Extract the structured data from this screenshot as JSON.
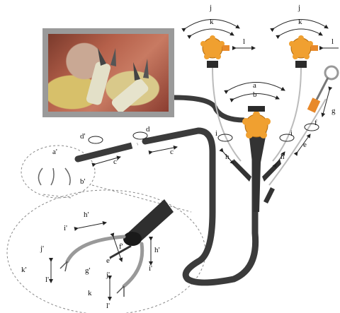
{
  "photo": {
    "description": "endoscopic camera view"
  },
  "labels": {
    "a": "a",
    "b": "b",
    "c": "c",
    "d": "d",
    "e": "e",
    "f": "f",
    "g": "g",
    "h_left": "h",
    "h_right": "h",
    "i_left": "i",
    "i_right": "i",
    "j_left": "j",
    "j_right": "j",
    "k_left": "k",
    "k_right": "k",
    "l_left": "l",
    "l_right": "l",
    "a_prime": "a'",
    "b_prime": "b'",
    "c_prime": "c'",
    "d_prime": "d'",
    "e_prime": "e'",
    "f_prime": "f'",
    "g_prime": "g'",
    "h_prime_top": "h'",
    "h_prime_right": "h'",
    "i_prime_top": "i'",
    "i_prime_right": "i'",
    "j_prime_left": "j'",
    "j_prime_bottom": "j'",
    "k_prime_left": "k'",
    "k_prime_bottom": "k",
    "l_prime_left": "l'",
    "l_prime_bottom": "l'"
  },
  "colors": {
    "tube": "#3b3b3b",
    "knob": "#f0a030",
    "accent": "#e8892a"
  }
}
